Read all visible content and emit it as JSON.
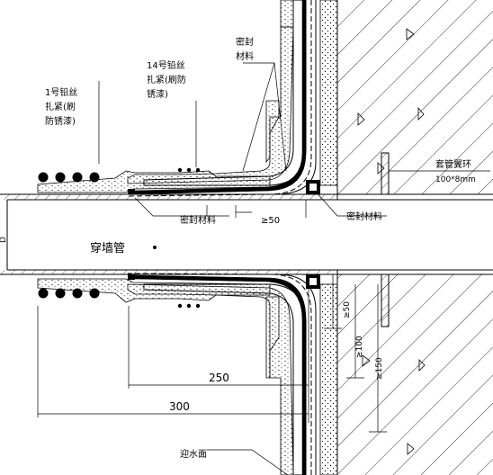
{
  "labels": {
    "wire_no1_line1": "1号铅丝",
    "wire_no1_line2": "扎紧(刷",
    "wire_no1_line3": "防锈漆)",
    "wire_no14_line1": "14号铅丝",
    "wire_no14_line2": "扎紧(刷防",
    "wire_no14_line3": "锈漆)",
    "seal_top_line1": "密封",
    "seal_top_line2": "材料",
    "seal_bottom_left": "密封材料",
    "seal_bottom_right": "密封材料",
    "flange_line1": "套管翼环",
    "flange_line2": "100*8mm",
    "pipe_name": "穿墙管",
    "pipe_dia": "D",
    "water_side": "迎水面"
  },
  "dimensions": {
    "d_50_top": "≥50",
    "d_50_side": "≥50",
    "d_100": "≥100",
    "d_150": "≥150",
    "d_250": "250",
    "d_300": "300"
  },
  "colors": {
    "line": "#000000",
    "background": "#ffffff",
    "fill_black": "#000000"
  }
}
